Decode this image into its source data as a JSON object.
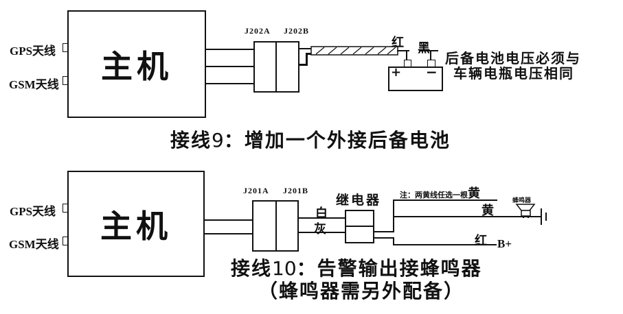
{
  "colors": {
    "line": "#111111",
    "background": "#ffffff"
  },
  "diagram1": {
    "main_unit": "主机",
    "gps_label": "GPS天线",
    "gsm_label": "GSM天线",
    "connector_a": "J202A",
    "connector_b": "J202B",
    "wire_red": "红",
    "wire_black": "黑",
    "battery_plus": "+",
    "battery_minus": "−",
    "note_line1": "后备电池电压必须与",
    "note_line2": "车辆电瓶电压相同",
    "caption_prefix": "接线",
    "caption_number": "9",
    "caption_suffix": "：增加一个外接后备电池"
  },
  "diagram2": {
    "main_unit": "主机",
    "gps_label": "GPS天线",
    "gsm_label": "GSM天线",
    "connector_a": "J201A",
    "connector_b": "J201B",
    "wire_white": "白",
    "wire_gray": "灰",
    "relay_label": "继电器",
    "note": "注：两黄线任选一根",
    "wire_yellow1": "黄",
    "wire_yellow2": "黄",
    "wire_red": "红",
    "b_plus": "B+",
    "buzzer_label": "蜂鸣器",
    "caption_prefix": "接线",
    "caption_number": "10",
    "caption_suffix": "：告警输出接蜂鸣器",
    "caption_line2": "（蜂鸣器需另外配备）"
  }
}
